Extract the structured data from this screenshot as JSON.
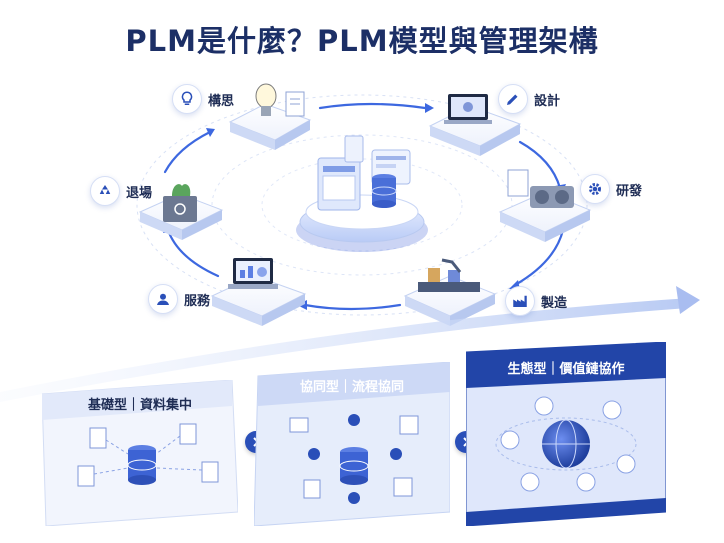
{
  "title": "PLM是什麼？PLM模型與管理架構",
  "lifecycle": {
    "stages": [
      {
        "id": "concept",
        "label": "構思",
        "icon": "lightbulb-icon"
      },
      {
        "id": "design",
        "label": "設計",
        "icon": "pencil-icon"
      },
      {
        "id": "rnd",
        "label": "研發",
        "icon": "gear-icon"
      },
      {
        "id": "manufacture",
        "label": "製造",
        "icon": "factory-icon"
      },
      {
        "id": "service",
        "label": "服務",
        "icon": "support-agent-icon"
      },
      {
        "id": "retire",
        "label": "退場",
        "icon": "recycle-icon"
      }
    ]
  },
  "models": [
    {
      "label": "基礎型｜資料集中",
      "icon": "database-icon"
    },
    {
      "label": "協同型｜流程協同",
      "icon": "collaboration-icon"
    },
    {
      "label": "生態型｜價值鏈協作",
      "icon": "globe-network-icon"
    }
  ],
  "colors": {
    "title": "#1c2f66",
    "accent": "#2a4fb8",
    "panel_light": "#e8eefb",
    "panel_mid": "#d6e1f8",
    "panel_dark": "#2245a8"
  }
}
